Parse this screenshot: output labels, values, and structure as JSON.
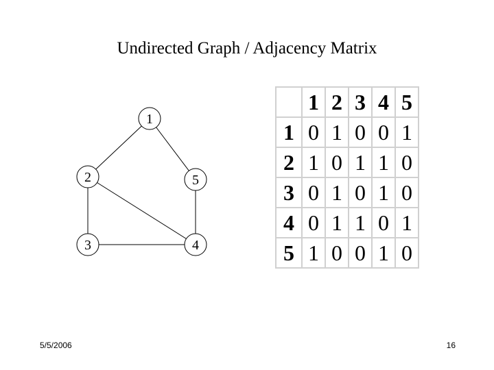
{
  "title": "Undirected Graph / Adjacency Matrix",
  "graph": {
    "nodes": [
      "1",
      "2",
      "3",
      "4",
      "5"
    ],
    "edges": [
      [
        "1",
        "2"
      ],
      [
        "1",
        "5"
      ],
      [
        "2",
        "3"
      ],
      [
        "2",
        "4"
      ],
      [
        "3",
        "4"
      ],
      [
        "4",
        "5"
      ]
    ]
  },
  "matrix": {
    "headers": [
      "1",
      "2",
      "3",
      "4",
      "5"
    ],
    "rows": [
      {
        "label": "1",
        "cells": [
          "0",
          "1",
          "0",
          "0",
          "1"
        ]
      },
      {
        "label": "2",
        "cells": [
          "1",
          "0",
          "1",
          "1",
          "0"
        ]
      },
      {
        "label": "3",
        "cells": [
          "0",
          "1",
          "0",
          "1",
          "0"
        ]
      },
      {
        "label": "4",
        "cells": [
          "0",
          "1",
          "1",
          "0",
          "1"
        ]
      },
      {
        "label": "5",
        "cells": [
          "1",
          "0",
          "0",
          "1",
          "0"
        ]
      }
    ]
  },
  "footer": {
    "date": "5/5/2006",
    "page": "16"
  }
}
